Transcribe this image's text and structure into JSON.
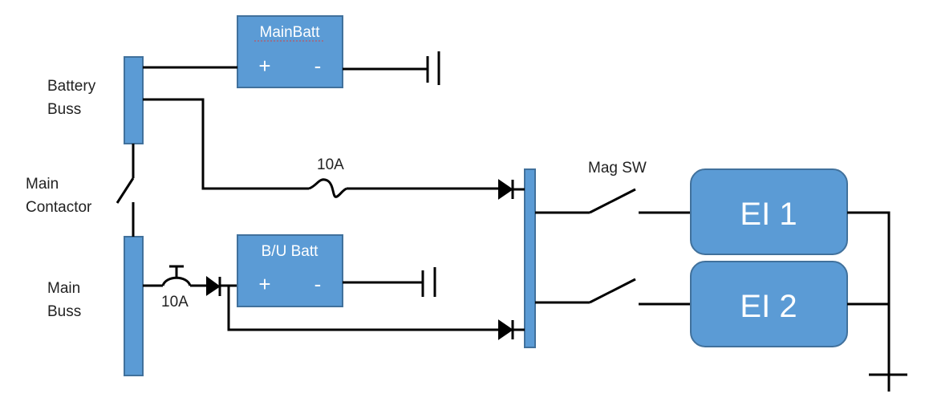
{
  "labels": {
    "battery_buss_line1": "Battery",
    "battery_buss_line2": "Buss",
    "main_contactor_line1": "Main",
    "main_contactor_line2": "Contactor",
    "main_buss_line1": "Main",
    "main_buss_line2": "Buss",
    "fuse_rating": "10A",
    "breaker_rating": "10A",
    "mag_switch": "Mag SW"
  },
  "main_batt": {
    "title": "MainBatt",
    "plus": "+",
    "minus": "-"
  },
  "bu_batt": {
    "title": "B/U Batt",
    "plus": "+",
    "minus": "-"
  },
  "ei1": {
    "label": "EI 1"
  },
  "ei2": {
    "label": "EI 2"
  },
  "colors": {
    "block_fill": "#5b9bd5",
    "block_stroke": "#41719c",
    "wire": "#000000"
  }
}
